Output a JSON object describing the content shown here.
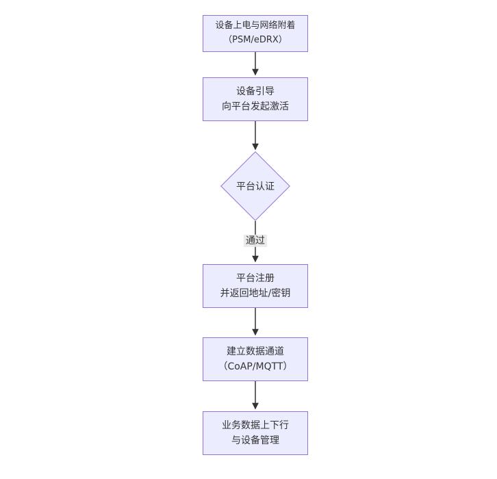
{
  "diagram": {
    "type": "flowchart",
    "direction": "top-down",
    "colors": {
      "node_fill": "#ECECFF",
      "node_border": "#9370DB",
      "edge": "#333333",
      "edge_label_bg": "#e8e8e8",
      "background": "#ffffff"
    },
    "nodes": [
      {
        "id": "power-attach",
        "shape": "rect",
        "lines": [
          "设备上电与网络附着",
          "（PSM/eDRX）"
        ]
      },
      {
        "id": "bootstrap",
        "shape": "rect",
        "lines": [
          "设备引导",
          "向平台发起激活"
        ]
      },
      {
        "id": "platform-auth",
        "shape": "diamond",
        "lines": [
          "平台认证"
        ]
      },
      {
        "id": "platform-register",
        "shape": "rect",
        "lines": [
          "平台注册",
          "并返回地址/密钥"
        ]
      },
      {
        "id": "data-channel",
        "shape": "rect",
        "lines": [
          "建立数据通道",
          "（CoAP/MQTT）"
        ]
      },
      {
        "id": "business-data",
        "shape": "rect",
        "lines": [
          "业务数据上下行",
          "与设备管理"
        ]
      }
    ],
    "edges": [
      {
        "from": "power-attach",
        "to": "bootstrap",
        "label": ""
      },
      {
        "from": "bootstrap",
        "to": "platform-auth",
        "label": ""
      },
      {
        "from": "platform-auth",
        "to": "platform-register",
        "label": "通过"
      },
      {
        "from": "platform-register",
        "to": "data-channel",
        "label": ""
      },
      {
        "from": "data-channel",
        "to": "business-data",
        "label": ""
      }
    ]
  }
}
